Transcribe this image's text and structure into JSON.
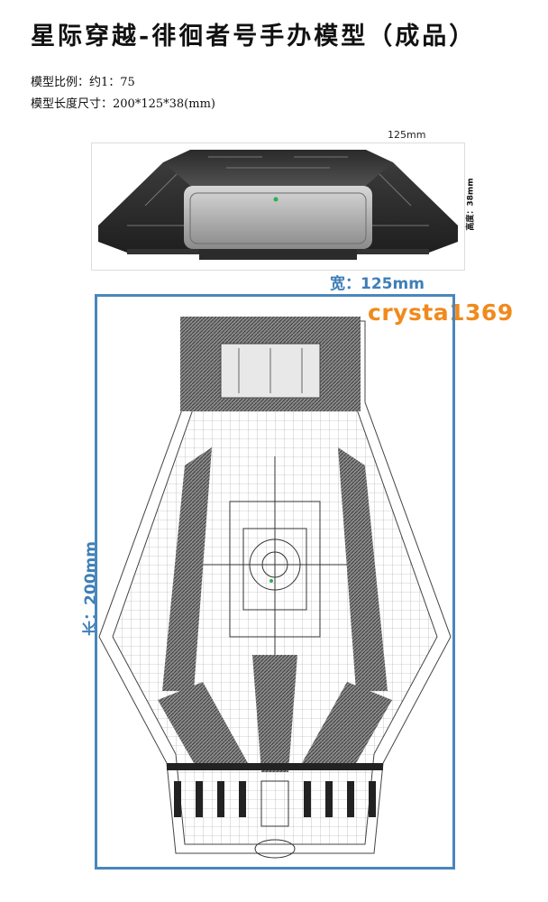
{
  "title": "星际穿越-徘徊者号手办模型（成品）",
  "specs": {
    "scale": "模型比例：约1：75",
    "size": "模型长度尺寸：200*125*38(mm)"
  },
  "front_view": {
    "width_label": "125mm",
    "height_label": "高度：38mm"
  },
  "top_view": {
    "width_label": "宽：125mm",
    "length_label": "长：200mm"
  },
  "watermark": "crysta1369",
  "colors": {
    "dimension_blue": "#3f7fb6",
    "frame_blue": "#4a86bb",
    "watermark_orange": "#f08a1c",
    "model_dark": "#3a3a3a"
  }
}
